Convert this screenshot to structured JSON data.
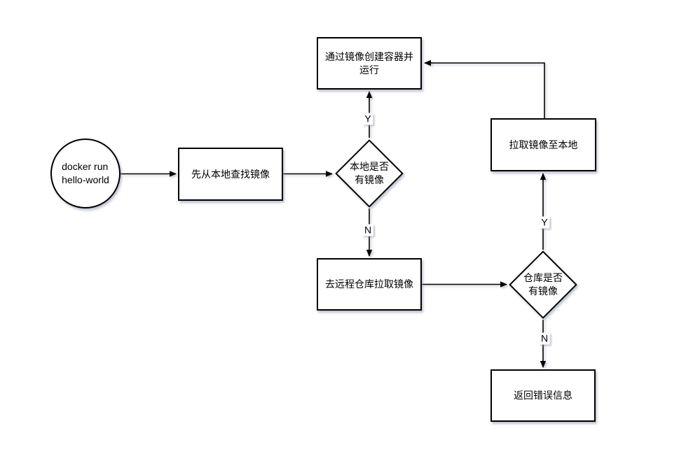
{
  "canvas": {
    "background": "#ffffff",
    "stroke_color": "#000000",
    "node_fill": "#ffffff",
    "text_color": "#000000",
    "shadow_color": "rgba(140,148,175,0.55)"
  },
  "nodes": {
    "start": {
      "label": "docker run\nhello-world",
      "shape": "circle"
    },
    "find_local": {
      "label": "先从本地查找镜像",
      "shape": "rect"
    },
    "local_has_image": {
      "label": "本地是否\n有镜像",
      "shape": "diamond"
    },
    "create_container": {
      "label": "通过镜像创建容器并\n运行",
      "shape": "rect"
    },
    "pull_remote": {
      "label": "去远程仓库拉取镜像",
      "shape": "rect"
    },
    "repo_has_image": {
      "label": "仓库是否\n有镜像",
      "shape": "diamond"
    },
    "pull_to_local": {
      "label": "拉取镜像至本地",
      "shape": "rect"
    },
    "return_error": {
      "label": "返回错误信息",
      "shape": "rect"
    }
  },
  "edge_labels": {
    "local_yes": "Y",
    "local_no": "N",
    "repo_yes": "Y",
    "repo_no": "N"
  }
}
